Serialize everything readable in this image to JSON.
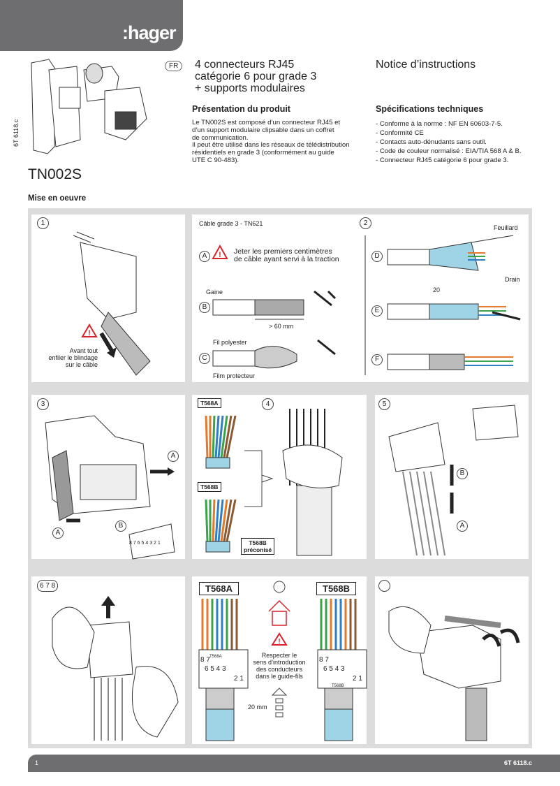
{
  "header": {
    "brand": ":hager",
    "lang": "FR",
    "title_lines": [
      "4 connecteurs RJ45",
      "catégorie 6 pour grade 3",
      "+ supports modulaires"
    ],
    "notice": "Notice d’instructions",
    "doc_code_vertical": "6T 6118.c",
    "model": "TN002S"
  },
  "presentation": {
    "heading": "Présentation du produit",
    "lines": [
      "Le TN002S est composé d’un connecteur RJ45 et",
      "d’un support modulaire clipsable dans un coffret",
      "de communication.",
      "Il peut être utilisé dans les réseaux de télédistribution",
      "résidentiels en grade 3 (conformément au guide",
      "UTE C 90-483)."
    ]
  },
  "specs": {
    "heading": "Spécifications techniques",
    "items": [
      "- Conforme à la norme : NF EN 60603-7-5.",
      "- Conformité CE",
      "- Contacts auto-dénudants sans outil.",
      "- Code de couleur normalisé : EIA/TIA 568 A & B.",
      "- Connecteur RJ45 catégorie 6 pour grade 3."
    ]
  },
  "mise_en_oeuvre": "Mise en oeuvre",
  "steps": {
    "s1": {
      "num": "1",
      "warning": [
        "Avant tout",
        "enfiler le blindage",
        "sur le câble"
      ]
    },
    "s2": {
      "num": "2",
      "cable": "Câble grade 3 - TN621",
      "a_text": [
        "Jeter les premiers centimètres",
        "de câble ayant servi à la traction"
      ],
      "gaine": "Gaine",
      "dim60": "> 60 mm",
      "fil": "Fil polyester",
      "film": "Film protecteur",
      "feuillard": "Feuillard",
      "drain": "Drain",
      "dim20": "20",
      "letters": [
        "A",
        "B",
        "C",
        "D",
        "E",
        "F"
      ]
    },
    "s3": {
      "num": "3",
      "letters": [
        "A",
        "B",
        "A"
      ],
      "pins": "8 7   6 5 4 3   2 1"
    },
    "s4": {
      "num": "4",
      "t568a": "T568A",
      "t568b": "T568B",
      "preco": [
        "T568B",
        "préconisé"
      ]
    },
    "s5": {
      "num": "5",
      "letters": [
        "B",
        "A"
      ]
    },
    "s6": {
      "num": "6 7 8"
    },
    "s7": {
      "t568a": "T568A",
      "t568b": "T568B",
      "note": [
        "Respecter le",
        "sens d’introduction",
        "des conducteurs",
        "dans le guide-fils"
      ],
      "dim": "20 mm",
      "pins_top": "8 7",
      "pins_mid": "6 5 4 3",
      "pins_bot": "2 1"
    },
    "s8": {}
  },
  "footer": {
    "page": "1",
    "code": "6T 6118.c"
  },
  "colors": {
    "grey": "#6e6e70",
    "panel_bg": "#dcdcdc",
    "orange": "#e07a2c",
    "green": "#3aa34a",
    "blue": "#2f7fc4",
    "brown": "#8a5a33",
    "cable_blue": "#9fd3e6",
    "red": "#d8232a"
  }
}
